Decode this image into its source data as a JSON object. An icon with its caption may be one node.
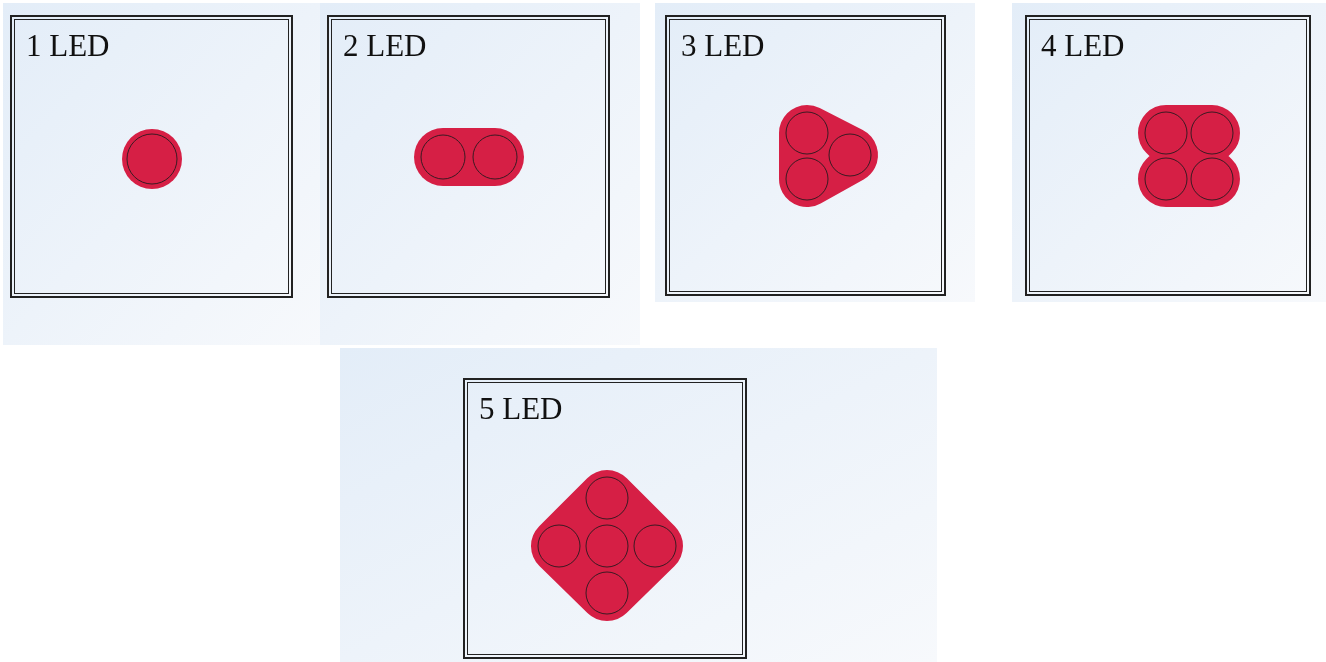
{
  "diagram": {
    "nodes": [
      {
        "text": [
          "1 LED"
        ]
      },
      {
        "text": [
          "2 LED"
        ]
      },
      {
        "text": [
          "3 LED"
        ]
      },
      {
        "text": [
          "4 LED"
        ]
      },
      {
        "text": [
          "5 LED"
        ]
      }
    ]
  }
}
